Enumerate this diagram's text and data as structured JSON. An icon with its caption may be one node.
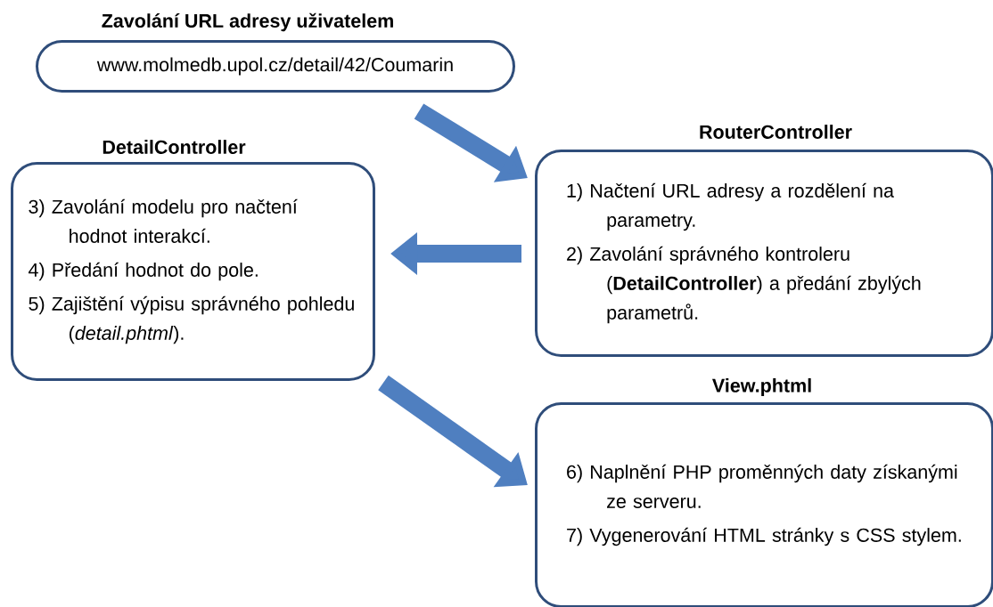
{
  "diagram": {
    "nodes": [
      {
        "text": [
          "Zavolání URL adresy uživatelem",
          "www.molmedb.upol.cz/detail/42/Coumarin"
        ]
      },
      {
        "text": [
          "RouterController",
          "1) Načtení URL adresy a rozdělení na parametry.",
          "2) Zavolání správného kontroleru (**DetailController**) a předání zbylých parametrů."
        ]
      },
      {
        "text": [
          "DetailController",
          "3) Zavolání modelu pro načtení hodnot interakcí.",
          "4) Předání hodnot do pole.",
          "5) Zajištění výpisu správného pohledu (*detail.phtml*)."
        ]
      },
      {
        "text": [
          "View.phtml",
          "6) Naplnění PHP proměnných daty získanými ze serveru.",
          "7) Vygenerování HTML stránky s CSS stylem."
        ]
      }
    ],
    "edges": [
      {
        "from": 0,
        "to": 1,
        "arrow": "to"
      },
      {
        "from": 1,
        "to": 2,
        "arrow": "to"
      },
      {
        "from": 2,
        "to": 3,
        "arrow": "to"
      }
    ]
  }
}
